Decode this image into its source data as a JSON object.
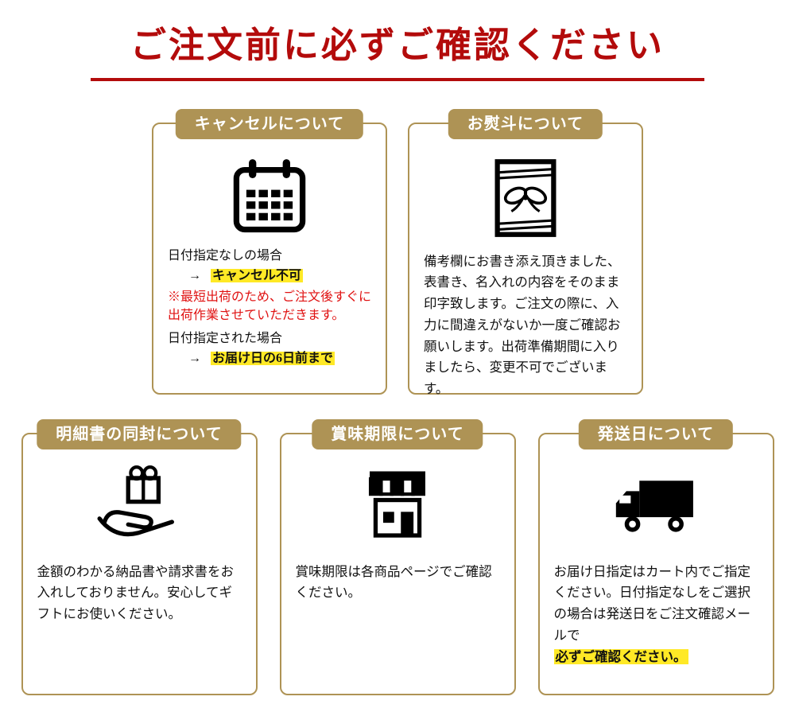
{
  "page_title": "ご注文前に必ずご確認ください",
  "colors": {
    "title_red": "#b30b0b",
    "gold": "#ae9355",
    "highlight_yellow": "#ffe926",
    "warning_red": "#e01212"
  },
  "cards": {
    "cancel": {
      "title": "キャンセルについて",
      "icon": "calendar-icon",
      "case1_label": "日付指定なしの場合",
      "arrow": "→",
      "case1_result": "キャンセル不可",
      "warning": "※最短出荷のため、ご注文後すぐに出荷作業させていただきます。",
      "case2_label": "日付指定された場合",
      "case2_result": "お届け日の6日前まで"
    },
    "noshi": {
      "title": "お熨斗について",
      "icon": "noshi-gift-icon",
      "body": "備考欄にお書き添え頂きました、表書き、名入れの内容をそのまま印字致します。ご注文の際に、入力に間違えがないか一度ご確認お願いします。出荷準備期間に入りましたら、変更不可でございます。"
    },
    "statement": {
      "title": "明細書の同封について",
      "icon": "gift-hand-icon",
      "body": "金額のわかる納品書や請求書をお入れしておりません。安心してギフトにお使いください。"
    },
    "expiry": {
      "title": "賞味期限について",
      "icon": "storefront-icon",
      "body": "賞味期限は各商品ページでご確認ください。"
    },
    "shipping": {
      "title": "発送日について",
      "icon": "truck-icon",
      "body_normal": "お届け日指定はカート内でご指定ください。日付指定なしをご選択の場合は発送日をご注文確認メールで",
      "body_highlight": "必ずご確認ください。"
    }
  }
}
